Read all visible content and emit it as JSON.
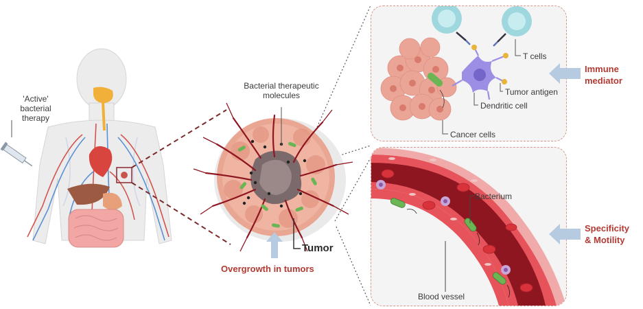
{
  "labels": {
    "active_line1": "'Active'",
    "active_line2": "bacterial",
    "active_line3": "therapy",
    "bacterial_molecules_line1": "Bacterial therapeutic",
    "bacterial_molecules_line2": "molecules",
    "tumor": "Tumor",
    "overgrowth": "Overgrowth in tumors",
    "t_cells": "T cells",
    "tumor_antigen": "Tumor antigen",
    "dendritic_cell": "Dendritic cell",
    "cancer_cells": "Cancer cells",
    "bacterium": "Bacterium",
    "blood_vessel": "Blood vessel",
    "immune_line1": "Immune",
    "immune_line2": "mediator",
    "specificity_line1": "Specificity",
    "specificity_line2": "& Motility"
  },
  "colors": {
    "accent_red": "#b23a32",
    "vessel": "#8e1620",
    "tissue": "#e7a596",
    "bacteria": "#6bb554",
    "arrow": "#b7cbe0"
  }
}
